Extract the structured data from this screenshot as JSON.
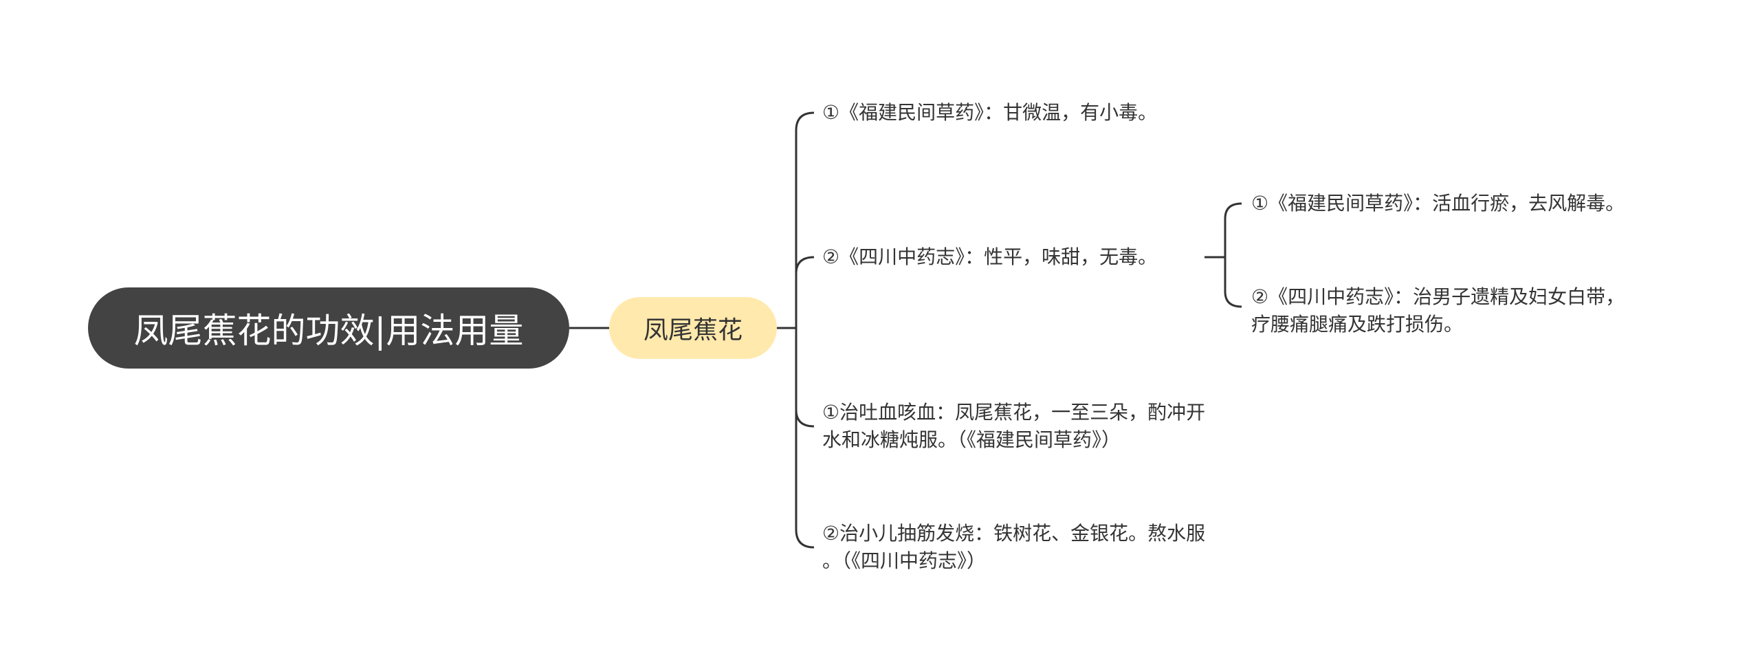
{
  "root": {
    "label": "凤尾蕉花的功效|用法用量"
  },
  "branch": {
    "label": "凤尾蕉花"
  },
  "leaves": [
    {
      "text": "①《福建民间草药》：甘微温，有小毒。"
    },
    {
      "text": "②《四川中药志》：性平，味甜，无毒。"
    },
    {
      "lines": [
        "①治吐血咳血：凤尾蕉花，一至三朵，酌冲开",
        "水和冰糖炖服。（《福建民间草药》）"
      ]
    },
    {
      "lines": [
        "②治小儿抽筋发烧：铁树花、金银花。熬水服",
        "。（《四川中药志》）"
      ]
    }
  ],
  "sub_leaves": [
    {
      "text": "①《福建民间草药》：活血行瘀，去风解毒。"
    },
    {
      "lines": [
        "②《四川中药志》：治男子遗精及妇女白带，",
        "疗腰痛腿痛及跌打损伤。"
      ]
    }
  ],
  "colors": {
    "root_bg": "#434343",
    "branch_bg": "#ffe9ad",
    "line": "#333333",
    "text": "#333333"
  }
}
